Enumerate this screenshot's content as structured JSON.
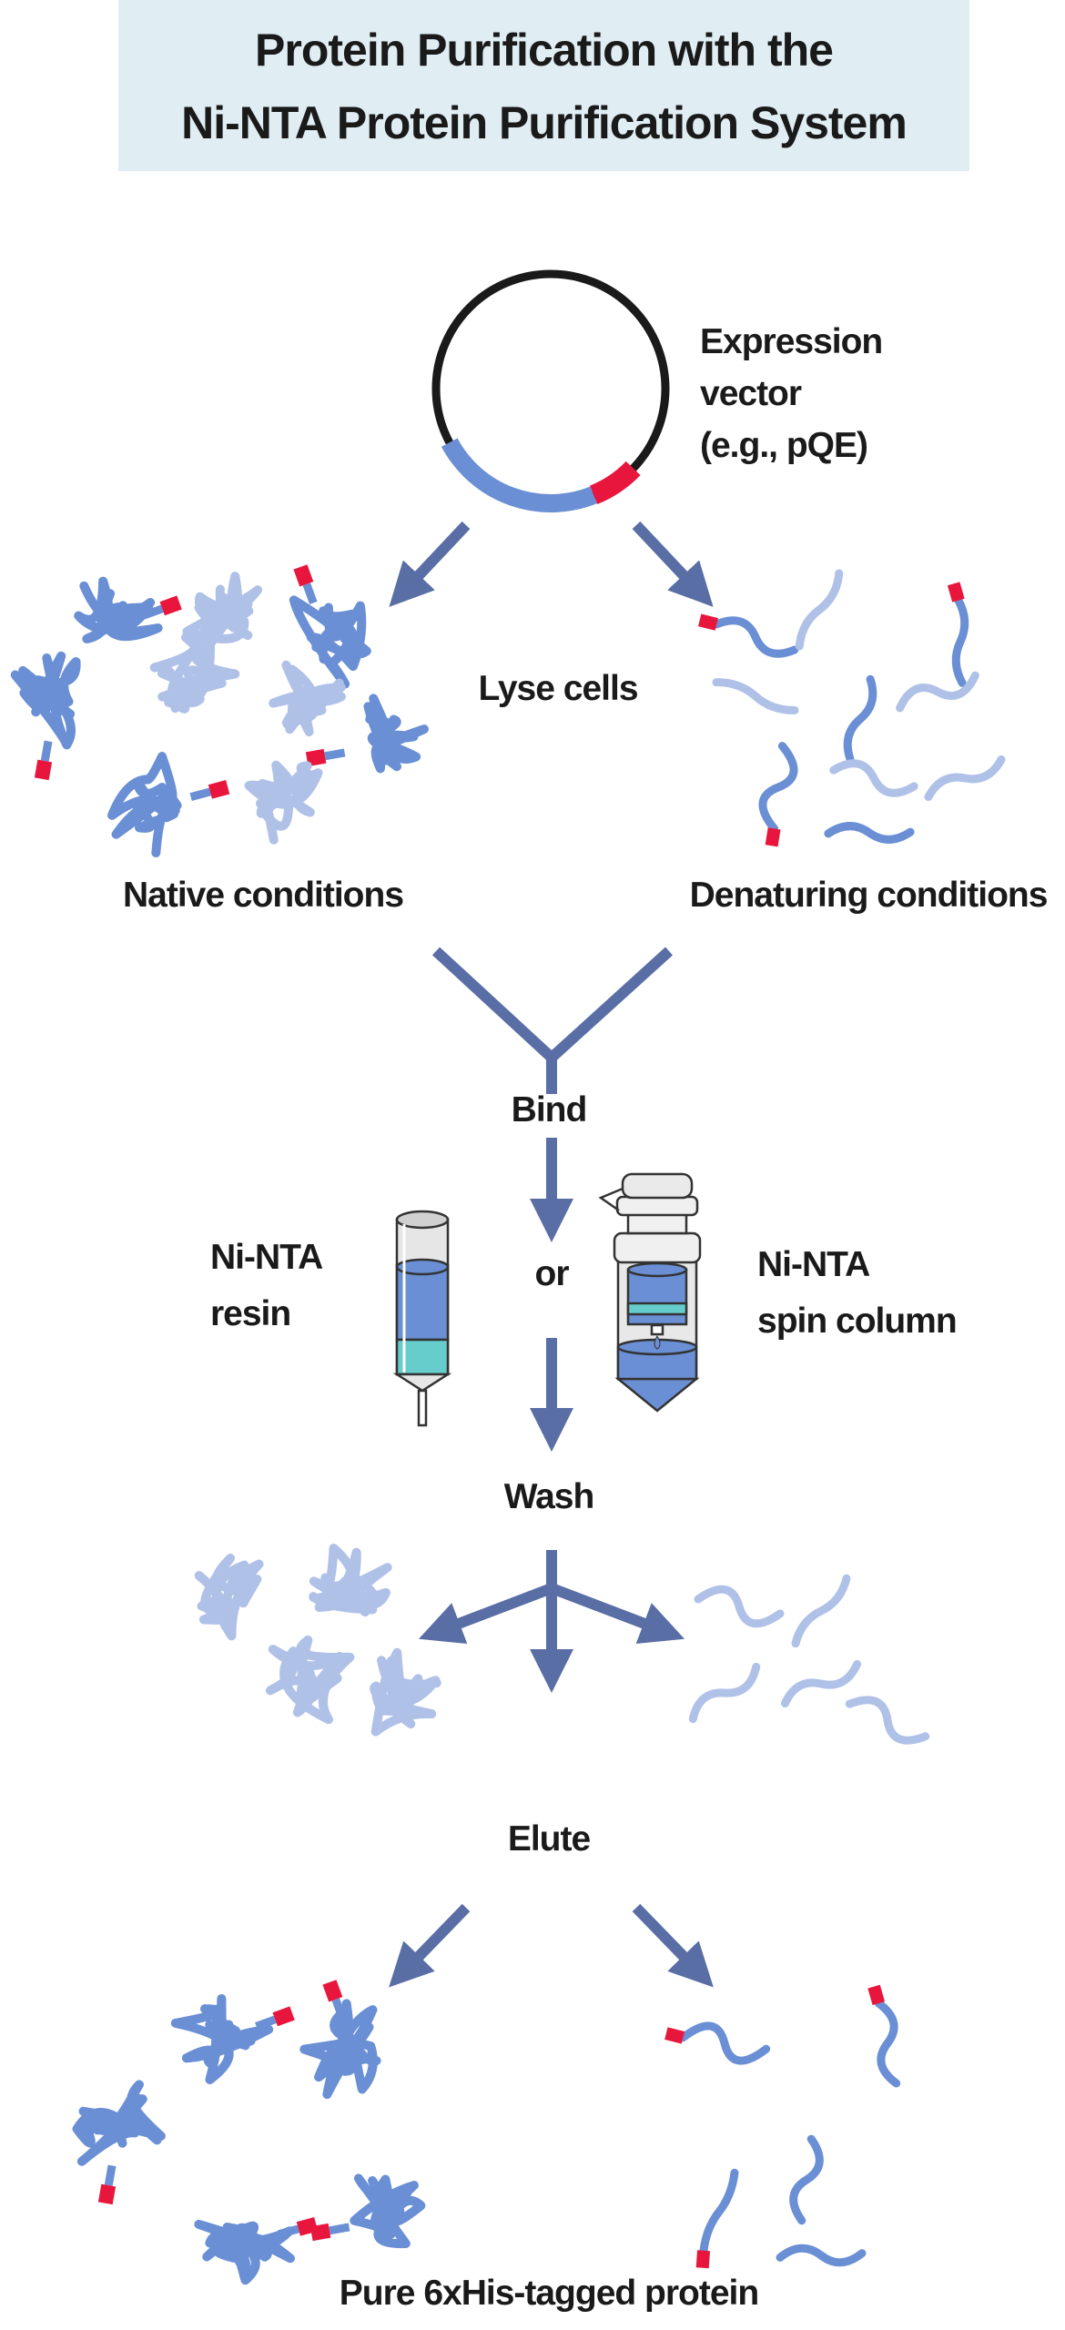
{
  "title": {
    "line1": "Protein Purification with the",
    "line2": "Ni-NTA Protein Purification System"
  },
  "vector": {
    "line1": "Expression",
    "line2": "vector",
    "line3": "(e.g., pQE)"
  },
  "steps": {
    "lyse": "Lyse cells",
    "native": "Native conditions",
    "denaturing": "Denaturing conditions",
    "bind": "Bind",
    "or": "or",
    "wash": "Wash",
    "elute": "Elute",
    "result": "Pure 6xHis-tagged protein"
  },
  "columns": {
    "resin": {
      "line1": "Ni-NTA",
      "line2": "resin"
    },
    "spin": {
      "line1": "Ni-NTA",
      "line2": "spin column"
    }
  },
  "colors": {
    "title_bg": "#e0eef4",
    "arrow": "#5a6ea6",
    "protein_tagged": "#6a8fd4",
    "protein_untagged": "#b0c1e8",
    "his_tag": "#e8163c",
    "resin_blue": "#6a8fd4",
    "resin_teal": "#66cccc"
  }
}
